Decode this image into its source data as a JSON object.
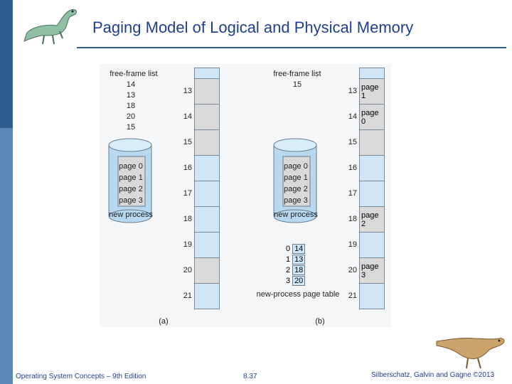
{
  "header": {
    "title": "Paging Model of Logical and  Physical Memory"
  },
  "footer": {
    "left": "Operating System Concepts – 9th Edition",
    "center": "8.37",
    "right": "Silberschatz, Galvin and Gagne ©2013"
  },
  "diagram": {
    "left": {
      "free_frame_title": "free-frame list",
      "free_frames": [
        "14",
        "13",
        "18",
        "20",
        "15"
      ],
      "process_pages": [
        "page 0",
        "page 1",
        "page 2",
        "page 3"
      ],
      "process_label": "new process",
      "caption": "(a)",
      "frame_numbers": [
        "13",
        "14",
        "15",
        "16",
        "17",
        "18",
        "19",
        "20",
        "21"
      ],
      "frame_contents": [
        "",
        "",
        "",
        "",
        "",
        "",
        "",
        "",
        ""
      ]
    },
    "right": {
      "free_frame_title": "free-frame list",
      "free_frames": [
        "15"
      ],
      "process_pages": [
        "page 0",
        "page 1",
        "page 2",
        "page 3"
      ],
      "process_label": "new process",
      "page_table": {
        "title": "new-process page table",
        "rows": [
          {
            "index": "0",
            "frame": "14"
          },
          {
            "index": "1",
            "frame": "13"
          },
          {
            "index": "2",
            "frame": "18"
          },
          {
            "index": "3",
            "frame": "20"
          }
        ]
      },
      "caption": "(b)",
      "frame_numbers": [
        "13",
        "14",
        "15",
        "16",
        "17",
        "18",
        "19",
        "20",
        "21"
      ],
      "frame_contents": [
        "page 1",
        "page 0",
        "",
        "",
        "",
        "page 2",
        "",
        "page 3",
        ""
      ]
    }
  },
  "icons": {
    "dino_top": "dinosaur-logo-icon",
    "dino_bottom": "dinosaur-mascot-icon"
  }
}
